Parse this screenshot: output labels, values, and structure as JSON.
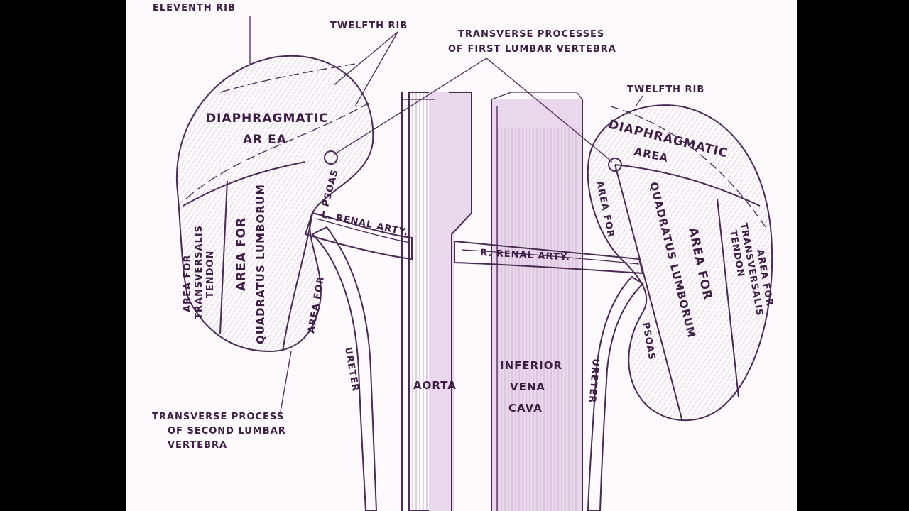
{
  "figure": {
    "labels": {
      "eleventh_rib": "ELEVENTH RIB",
      "twelfth_rib_left": "TWELFTH RIB",
      "transverse_first_1": "TRANSVERSE PROCESSES",
      "transverse_first_2": "OF FIRST LUMBAR VERTEBRA",
      "twelfth_rib_right": "TWELFTH RIB",
      "left_diaphragm_1": "DIAPHRAGMATIC",
      "left_diaphragm_2": "AR EA",
      "left_transversalis_1": "AREA FOR",
      "left_transversalis_2": "TRANSVERSALIS",
      "left_transversalis_3": "TENDON",
      "left_quadratus_1": "AREA FOR",
      "left_quadratus_2": "QUADRATUS LUMBORUM",
      "left_psoas_1": "PSOAS",
      "left_psoas_2": "AREA FOR",
      "left_renal_artery": "L. RENAL ARTY.",
      "right_renal_artery": "R. RENAL ARTY.",
      "right_diaphragm_1": "DIAPHRAGMATIC",
      "right_diaphragm_2": "AREA",
      "right_psoas_area_for": "AREA FOR",
      "right_quadratus_1": "AREA FOR",
      "right_quadratus_2": "QUADRATUS LUMBORUM",
      "right_transversalis_1": "AREA FOR",
      "right_transversalis_2": "TRANSVERSALIS",
      "right_transversalis_3": "TENDON",
      "right_psoas": "PSOAS",
      "aorta": "AORTA",
      "ivc_1": "INFERIOR",
      "ivc_2": "VENA",
      "ivc_3": "CAVA",
      "ureter_left": "URETER",
      "ureter_right": "URETER",
      "transverse_second_1": "TRANSVERSE PROCESS",
      "transverse_second_2": "OF SECOND LUMBAR",
      "transverse_second_3": "VERTEBRA"
    },
    "colors": {
      "ink": "#4b2955",
      "tissue": "#e3cfe6",
      "tissue_light": "#efe2f1",
      "vessel": "#ddc6e1",
      "paper": "#fdf9fd"
    }
  }
}
